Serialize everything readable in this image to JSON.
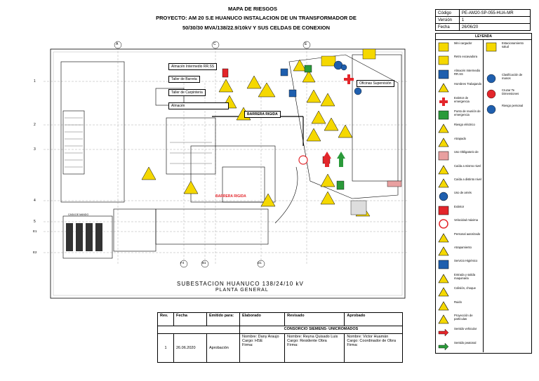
{
  "header": {
    "title": "MAPA DE RIESGOS",
    "project_line1": "PROYECTO: AM 20 S.E HUANUCO INSTALACION DE UN TRANSFORMADOR DE",
    "project_line2": "50/30/30 MVA/138/22.9/10kV Y SUS CELDAS DE CONEXION"
  },
  "doc_info": [
    {
      "label": "Código",
      "value": "PE-AM20-SP-055-HUA-MR"
    },
    {
      "label": "Versión",
      "value": "1"
    },
    {
      "label": "Fecha",
      "value": "26/06/20"
    }
  ],
  "plan": {
    "labels": {
      "almacen_rr": "Almacén Intermedio RR.SS",
      "taller_barreta": "Taller de Barreta",
      "taller_carpinteria": "Taller de Carpinteria",
      "almacen": "Almacén",
      "oficinas": "Oficinas Supervisión",
      "barrera1": "BARRERA RIGIDA",
      "barrera2": "BARRERA RIGIDA",
      "caseta": "CASA DE MANDO",
      "plan_title": "SUBESTACION HUANUCO 138/24/10 kV",
      "plan_subtitle": "PLANTA GENERAL"
    },
    "grid_top": [
      "A",
      "C",
      "E"
    ],
    "grid_bottom": [
      "F4",
      "B1",
      "D1"
    ],
    "grid_left": [
      "1",
      "2",
      "3",
      "4",
      "5",
      "E1",
      "E2"
    ]
  },
  "legend": {
    "title": "LEYENDA",
    "left_items": [
      "Mini cargador",
      "Retro excavadora",
      "Almacén Intermedio RR.SS",
      "Hombres Trabajando",
      "Extintor de emergencia",
      "Punto de reunión de emergencia",
      "Riesgo eléctrico",
      "Atrapado",
      "Uso Obligatorio de",
      "Caída a mismo nivel",
      "Caída a distinto nivel",
      "Uso de arnés",
      "Extintor",
      "Velocidad máxima",
      "Personal autorizado",
      "Atrapamiento",
      "Servicio Higiénico",
      "Entrada y salida maquinaria",
      "Colisión, choque",
      "Ruido",
      "Proyección de partículas",
      "Sentido vehicular",
      "Sentido peatonal"
    ],
    "right_items": [
      "Estacionamiento salud",
      "Clasificación de manos",
      "Cruzar Te Dimensiones",
      "Riesgo personal"
    ]
  },
  "signatures": {
    "headers": [
      "Rev.",
      "Fecha",
      "Emitido para:",
      "Elaborado",
      "Revisado",
      "Aprobado"
    ],
    "consortium": "CONSORCIO SIEMENS- UNICROMADOS",
    "row": {
      "rev": "1",
      "fecha": "26.06.2020",
      "emitido": "Aprobación",
      "elaborado": [
        "Nombre: Dany Araujo",
        "Cargo: HSE",
        "Firma:"
      ],
      "revisado": [
        "Nombre: Reyna Quisado Luis",
        "Cargo: Residente Obra",
        "Firma:"
      ],
      "aprobado": [
        "Nombre: Victor Huamán",
        "Cargo: Coordinador de Obra",
        "Firma:"
      ]
    }
  },
  "colors": {
    "warning": "#f5d800",
    "safety_red": "#e3262b",
    "safety_green": "#2b9a3a",
    "info_blue": "#1f5fae"
  }
}
